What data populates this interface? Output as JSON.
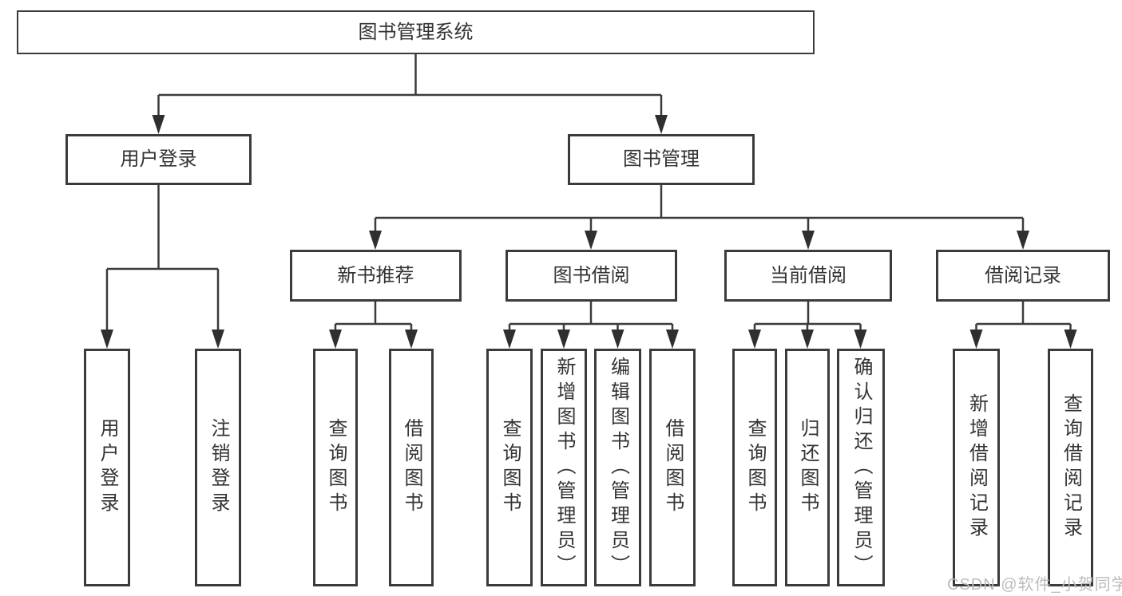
{
  "tree": {
    "root": "图书管理系统",
    "user_login": {
      "label": "用户登录",
      "children": [
        "用户登录",
        "注销登录"
      ]
    },
    "book_mgmt": {
      "label": "图书管理",
      "modules": [
        {
          "label": "新书推荐",
          "children": [
            "查询图书",
            "借阅图书"
          ]
        },
        {
          "label": "图书借阅",
          "children": [
            "查询图书",
            "新增图书（管理员）",
            "编辑图书（管理员）",
            "借阅图书"
          ]
        },
        {
          "label": "当前借阅",
          "children": [
            "查询图书",
            "归还图书",
            "确认归还（管理员）"
          ]
        },
        {
          "label": "借阅记录",
          "children": [
            "新增借阅记录",
            "查询借阅记录"
          ]
        }
      ]
    }
  },
  "colors": {
    "line": "#3b3b3b",
    "text": "#333333",
    "watermark": "#bcbcbc",
    "background": "#ffffff"
  },
  "watermark": "CSDN @软件_小贺同学"
}
